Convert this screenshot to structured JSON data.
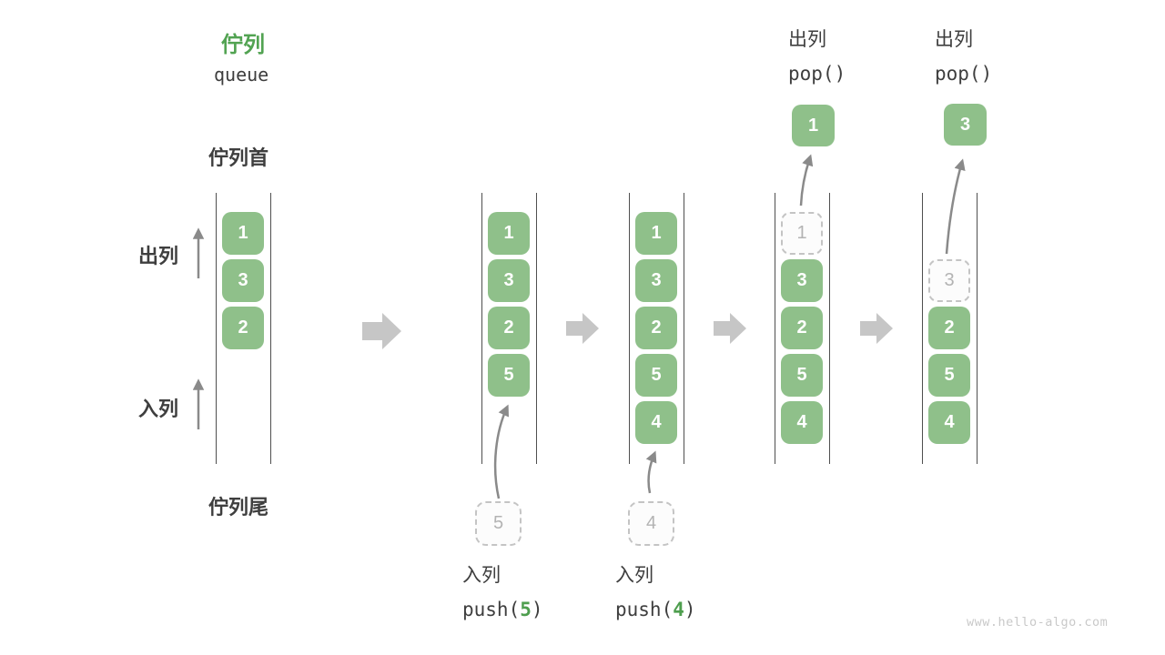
{
  "title": {
    "zh": "佇列",
    "en": "queue"
  },
  "side_labels": {
    "front": "佇列首",
    "rear": "佇列尾",
    "dequeue": "出列",
    "enqueue": "入列"
  },
  "columns": [
    {
      "items": [
        {
          "value": "1",
          "style": "filled"
        },
        {
          "value": "3",
          "style": "filled"
        },
        {
          "value": "2",
          "style": "filled"
        }
      ]
    },
    {
      "items": [
        {
          "value": "1",
          "style": "filled"
        },
        {
          "value": "3",
          "style": "filled"
        },
        {
          "value": "2",
          "style": "filled"
        },
        {
          "value": "5",
          "style": "filled"
        }
      ]
    },
    {
      "items": [
        {
          "value": "1",
          "style": "filled"
        },
        {
          "value": "3",
          "style": "filled"
        },
        {
          "value": "2",
          "style": "filled"
        },
        {
          "value": "5",
          "style": "filled"
        },
        {
          "value": "4",
          "style": "filled"
        }
      ]
    },
    {
      "items": [
        {
          "value": "1",
          "style": "ghost"
        },
        {
          "value": "3",
          "style": "filled"
        },
        {
          "value": "2",
          "style": "filled"
        },
        {
          "value": "5",
          "style": "filled"
        },
        {
          "value": "4",
          "style": "filled"
        }
      ]
    },
    {
      "items": [
        {
          "value": "3",
          "style": "ghost"
        },
        {
          "value": "2",
          "style": "filled"
        },
        {
          "value": "5",
          "style": "filled"
        },
        {
          "value": "4",
          "style": "filled"
        }
      ]
    }
  ],
  "operations": {
    "push_5": {
      "label": "入列",
      "code_prefix": "push(",
      "arg": "5",
      "code_suffix": ")",
      "staged_value": "5"
    },
    "push_4": {
      "label": "入列",
      "code_prefix": "push(",
      "arg": "4",
      "code_suffix": ")",
      "staged_value": "4"
    },
    "pop_1": {
      "label": "出列",
      "code": "pop()",
      "popped_value": "1"
    },
    "pop_2": {
      "label": "出列",
      "code": "pop()",
      "popped_value": "3"
    }
  },
  "watermark": "www.hello-algo.com",
  "colors": {
    "item_green": "#8fc08a",
    "accent_green": "#52a352",
    "text": "#3e3e3e",
    "ghost_gray": "#b3b3b3",
    "channel_line": "#4f4f4f",
    "arrow_gray": "#8a8a8a",
    "block_arrow_gray": "#c6c6c6",
    "watermark_gray": "#c9c9c9"
  }
}
